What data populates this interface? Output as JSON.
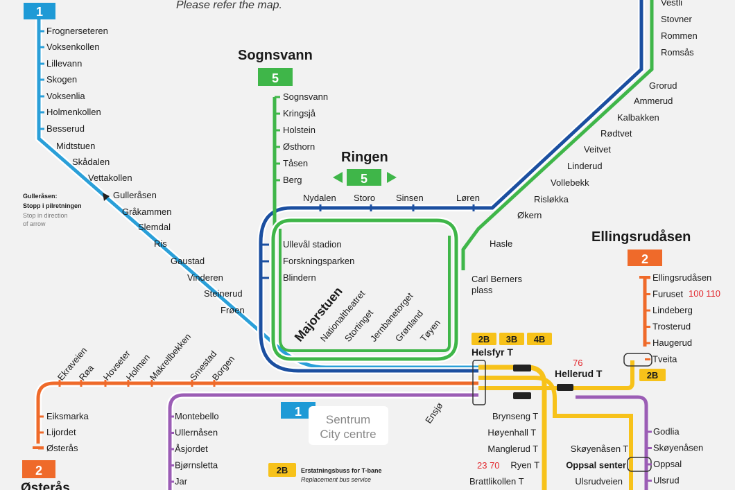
{
  "colors": {
    "line1": "#2a9fd8",
    "ring_blue": "#1b4fa0",
    "line5": "#3fb649",
    "line2": "#ef6a2a",
    "purple": "#9b5db5",
    "bus_yellow": "#f7c21a",
    "background": "#f2f2f2"
  },
  "top_note": "Please refer the map.",
  "line1": {
    "badge": "1",
    "stations": [
      "Frognerseteren",
      "Voksenkollen",
      "Lillevann",
      "Skogen",
      "Voksenlia",
      "Holmenkollen",
      "Besserud",
      "Midtstuen",
      "Skådalen",
      "Vettakollen",
      "Gulleråsen",
      "Gråkammen",
      "Slemdal",
      "Ris",
      "Gaustad",
      "Vinderen",
      "Steinerud",
      "Frøen"
    ],
    "note_title": "Gulleråsen:",
    "note_line2": "Stopp i pilretningen",
    "note_line3": "Stop in direction",
    "note_line4": "of arrow"
  },
  "sognsvann": {
    "title": "Sognsvann",
    "badge": "5",
    "stations": [
      "Sognsvann",
      "Kringsjå",
      "Holstein",
      "Østhorn",
      "Tåsen",
      "Berg"
    ]
  },
  "ringen": {
    "title": "Ringen",
    "badge": "5",
    "top_stations": [
      "Nydalen",
      "Storo",
      "Sinsen",
      "Løren"
    ],
    "left_stations": [
      "Ullevål stadion",
      "Forskningsparken",
      "Blindern"
    ],
    "right_station_1": "Carl Berners",
    "right_station_2": "plass",
    "center_stations": [
      "Majorstuen",
      "Nationaltheatret",
      "Stortinget",
      "Jernbanetorget",
      "Grønland",
      "Tøyen"
    ]
  },
  "northeast": {
    "stations": [
      "Vestli",
      "Stovner",
      "Rommen",
      "Romsås",
      "Grorud",
      "Ammerud",
      "Kalbakken",
      "Rødtvet",
      "Veitvet",
      "Linderud",
      "Vollebekk",
      "Risløkka",
      "Økern",
      "Hasle"
    ]
  },
  "ellingsrudasen": {
    "title": "Ellingsrudåsen",
    "badge": "2",
    "stations": [
      "Ellingsrudåsen",
      "Furuset",
      "Lindeberg",
      "Trosterud",
      "Haugerud",
      "Tveita"
    ],
    "furuset_buses": "100 110",
    "badge_2b": "2B"
  },
  "west": {
    "stations": [
      "Ekraveien",
      "Røa",
      "Hovseter",
      "Holmen",
      "Makrellbekken",
      "Smestad",
      "Borgen"
    ],
    "osteras_stations": [
      "Eiksmarka",
      "Lijordet",
      "Østerås"
    ],
    "osteras_badge": "2",
    "osteras_title": "Østerås"
  },
  "purple": {
    "stations": [
      "Montebello",
      "Ullernåsen",
      "Åsjordet",
      "Bjørnsletta",
      "Jar"
    ]
  },
  "centre": {
    "badge": "1",
    "label1": "Sentrum",
    "label2": "City centre",
    "ensjo": "Ensjø",
    "helsfyr": "Helsfyr T",
    "helsfyr_badges": [
      "2B",
      "3B",
      "4B"
    ],
    "hellerud": "Hellerud T",
    "hellerud_bus": "76"
  },
  "southeast": {
    "left_stations": [
      "Brynseng T",
      "Høyenhall T",
      "Manglerud T",
      "Ryen T",
      "Brattlikollen T"
    ],
    "ryen_buses": "23 70",
    "mid_stations": [
      "Skøyenåsen T",
      "Oppsal senter",
      "Ulsrudveien"
    ],
    "right_stations": [
      "Godlia",
      "Skøyenåsen",
      "Oppsal",
      "Ulsrud"
    ]
  },
  "legend": {
    "badge": "2B",
    "text1": "Erstatningsbuss for T-bane",
    "text2": "Replacement bus service"
  }
}
